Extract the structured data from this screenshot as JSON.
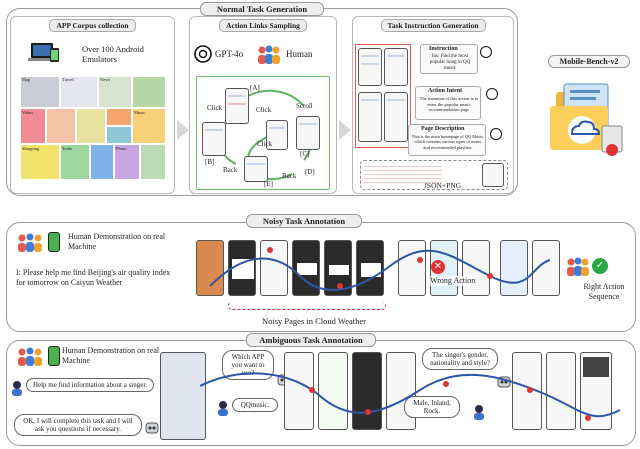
{
  "sections": {
    "normal": "Normal Task  Generation",
    "noisy": "Noisy Task  Annotation",
    "ambiguous": "Ambiguous Task  Annotation"
  },
  "panels": {
    "corpus": "APP Corpus collection",
    "sampling": "Action Links Sampling",
    "instruction": "Task Instruction Generation"
  },
  "corpus_text": "Over 100 Android Emulators",
  "corpus_apps": [
    "Map",
    "Travel",
    "Shopping",
    "Video",
    "News",
    "Music",
    "Tools",
    "Photo"
  ],
  "sampling": {
    "gpt": "GPT-4o",
    "human": "Human",
    "nodes": [
      "[A]",
      "[B]",
      "[C]",
      "[D]",
      "[E]"
    ],
    "actions": [
      "Click",
      "Click",
      "Scroll",
      "Back",
      "Back",
      "Click"
    ]
  },
  "instruction": {
    "labels": [
      "Instruction",
      "Action Intent",
      "Page Description"
    ],
    "texts": [
      "Ins:  Find the most popular Song in QQ music",
      "The intention of this action is to enter the popular music recommendation page",
      "This is the main homepage of QQ Music, which contains various types of music and recommended playlists."
    ],
    "json_label": "JSON+PNG"
  },
  "title_right": "Mobile-Bench-v2",
  "noisy": {
    "human_demo": "Human Demonstration on real Machine",
    "instruction": "I:  Please help me find Beijing's air quality index for tomorrow on Caiyun Weather",
    "wrong_action": "Wrong Action",
    "right_action": "Right Action Sequence",
    "noisy_pages": "Noisy Pages in Cloud Weather"
  },
  "ambiguous": {
    "human_demo": "Human Demonstration on real Machine",
    "user_q": "Help me find information about a singer.",
    "agent_reply": "OK, I will complete this task and I will ask you questions if necessary.",
    "bubble_app": "Which APP you want to use?",
    "bubble_qq": "QQmusic.",
    "bubble_singer": "The singer's gender, nationality and style?",
    "bubble_answer": "Male, Inland, Rock."
  },
  "colors": {
    "border": "#9a9a9a",
    "title_bg": "#eeeeee",
    "flow_green": "#5fb35f",
    "instr_red": "#e05a4a",
    "path_blue": "#2c56a8",
    "wrong_red": "#d33333",
    "right_green": "#27a745"
  }
}
